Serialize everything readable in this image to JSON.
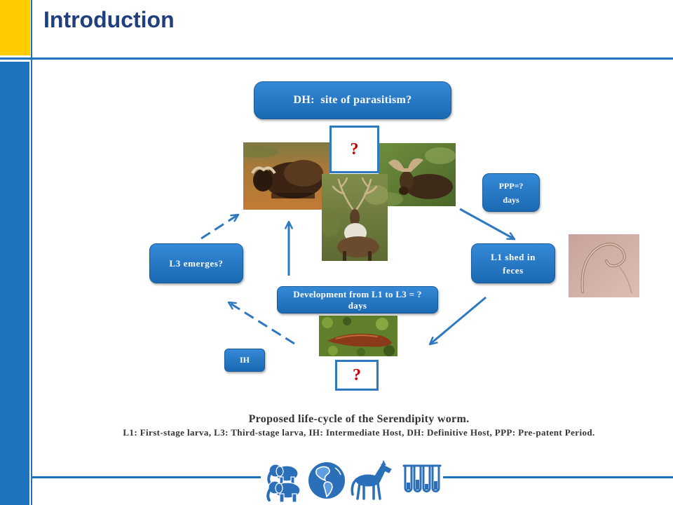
{
  "slide": {
    "title": "Introduction"
  },
  "diagram": {
    "dh_box": "DH:  site of parasitism?",
    "top_question": "?",
    "ppp_box": {
      "line1": "PPP=?",
      "line2": "days"
    },
    "l1_box": "L1 shed in feces",
    "development_box": "Development from L1 to L3 = ?days",
    "l3_box": "L3 emerges?",
    "ih_box": "IH",
    "bottom_question": "?"
  },
  "caption": {
    "heading": "Proposed life-cycle of the Serendipity worm.",
    "legend": "L1: First-stage larva, L3: Third-stage larva, IH: Intermediate Host, DH: Definitive Host, PPP: Pre-patent Period."
  },
  "footer": {
    "icons": [
      "elephants-icon",
      "globe-icon",
      "horse-icon",
      "test-tubes-icon"
    ]
  },
  "colors": {
    "accent_blue": "#1e73be",
    "brand_yellow": "#ffcc00",
    "title_blue": "#1f3f7f",
    "question_red": "#cc0000",
    "caption_text": "#333333"
  }
}
